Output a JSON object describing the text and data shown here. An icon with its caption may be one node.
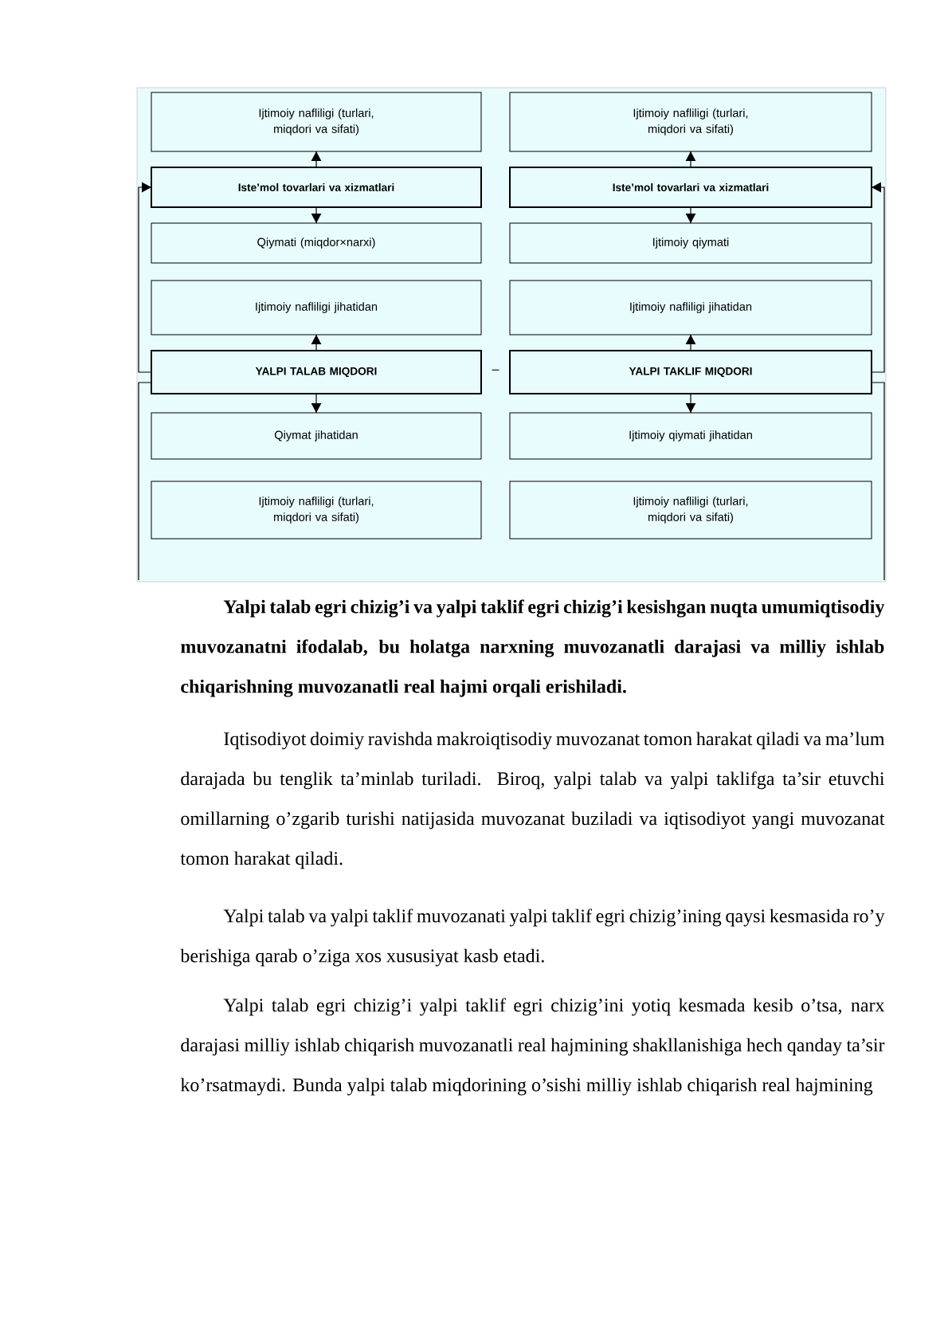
{
  "diagram": {
    "nodes": [
      {
        "text": [
          "Ijtimoiy nafliligi (turlari, miqdori va sifati)"
        ]
      },
      {
        "text": [
          "Ijtimoiy nafliligi (turlari, miqdori va sifati)"
        ]
      },
      {
        "text": [
          "Iste’mol tovarlari va xizmatlari"
        ]
      },
      {
        "text": [
          "Iste’mol tovarlari va xizmatlari"
        ]
      },
      {
        "text": [
          "Qiymati (miqdor×narxi)"
        ]
      },
      {
        "text": [
          "Ijtimoiy qiymati"
        ]
      },
      {
        "text": [
          "Ijtimoiy nafliligi jihatidan"
        ]
      },
      {
        "text": [
          "Ijtimoiy nafliligi jihatidan"
        ]
      },
      {
        "text": [
          "YALPI TALAB MIQDORI"
        ]
      },
      {
        "text": [
          "YALPI TAKLIF MIQDORI"
        ]
      },
      {
        "text": [
          "Qiymat jihatidan"
        ]
      },
      {
        "text": [
          "Ijtimoiy qiymati jihatidan"
        ]
      },
      {
        "text": [
          "Ijtimoiy nafliligi (turlari, miqdori va sifati)"
        ]
      },
      {
        "text": [
          "Ijtimoiy nafliligi (turlari, miqdori va sifati)"
        ]
      }
    ],
    "edges": [
      {
        "from": 2,
        "to": 0,
        "arrow": "to"
      },
      {
        "from": 3,
        "to": 1,
        "arrow": "to"
      },
      {
        "from": 2,
        "to": 4,
        "arrow": "to"
      },
      {
        "from": 3,
        "to": 5,
        "arrow": "to"
      },
      {
        "from": 8,
        "to": 6,
        "arrow": "to"
      },
      {
        "from": 9,
        "to": 7,
        "arrow": "to"
      },
      {
        "from": 8,
        "to": 10,
        "arrow": "to"
      },
      {
        "from": 9,
        "to": 11,
        "arrow": "to"
      },
      {
        "from": 8,
        "to": 2,
        "arrow": "to"
      },
      {
        "from": 9,
        "to": 3,
        "arrow": "to"
      }
    ],
    "labels": [
      "–",
      "Yalpi talab egri chizig’i va yalpi taklif egri chizig’i kesishgan nuqta umumiqtisodiy muvozanatni ifodalab, bu holatga narxning muvozanatli darajasi va milliy ishlab chiqarishning muvozanatli real hajmi orqali erishiladi.",
      "Iqtisodiyot doimiy ravishda makroiqtisodiy muvozanat tomon harakat qiladi va ma’lum darajada bu tenglik ta’minlab turiladi. Biroq, yalpi talab va yalpi taklifga ta’sir etuvchi omillarning o’zgarib turishi natijasida muvozanat buziladi va iqtisodiyot yangi muvozanat tomon harakat qiladi.",
      "Yalpi talab va yalpi taklif muvozanati yalpi taklif egri chizig’ining qaysi kesmasida ro’y berishiga qarab o’ziga xos xususiyat kasb etadi.",
      "Yalpi talab egri chizig’i yalpi taklif egri chizig’ini yotiq kesmada kesib o’tsa, narx darajasi milliy ishlab chiqarish muvozanatli real hajmining shakllanishiga hech qanday ta’sir ko’rsatmaydi. Bunda yalpi talab miqdorining o’sishi milliy ishlab chiqarish real hajmining"
    ]
  }
}
